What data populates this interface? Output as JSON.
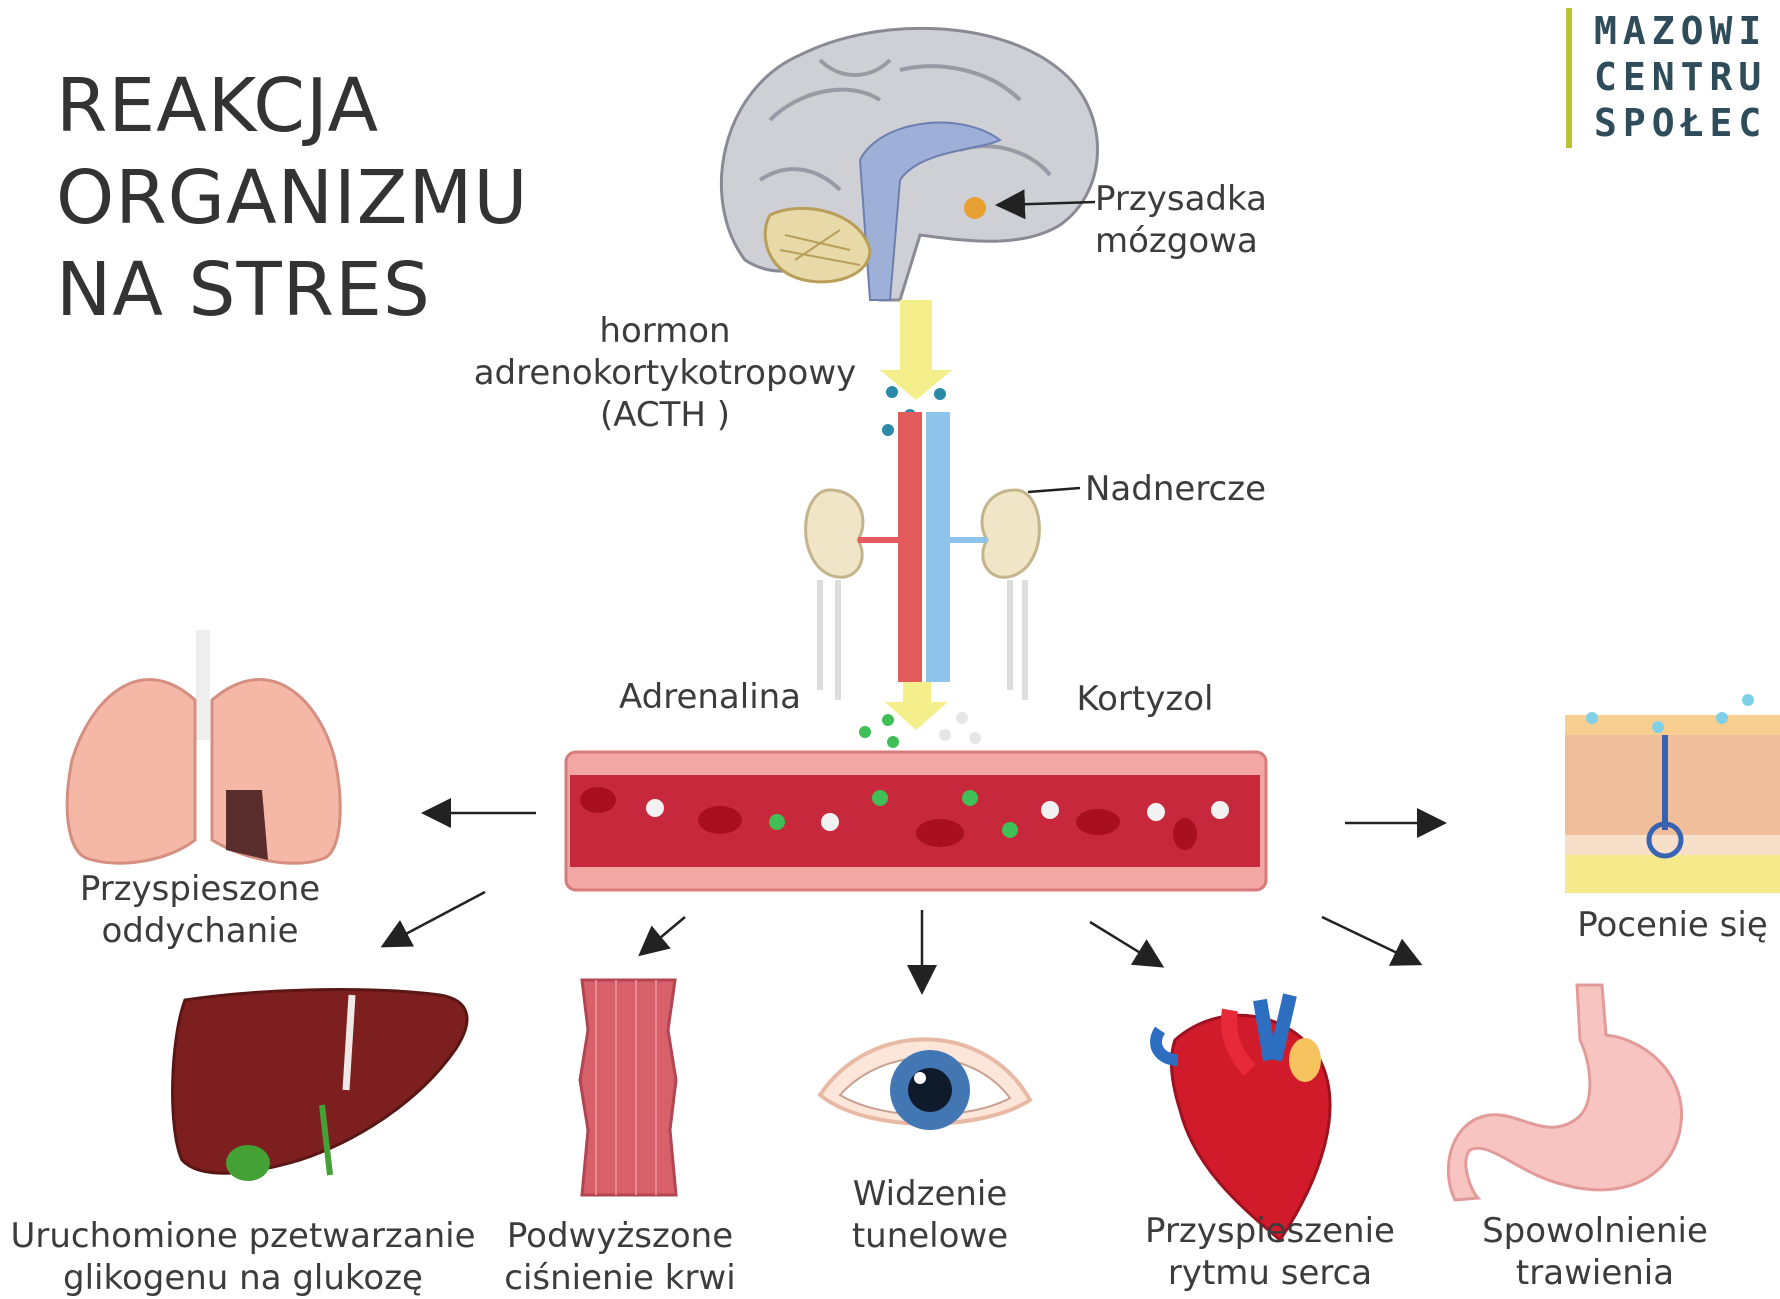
{
  "title": {
    "line1": "REAKCJA",
    "line2": "ORGANIZMU",
    "line3": "NA STRES"
  },
  "brand": {
    "line1": "MAZOWI",
    "line2": "CENTRU",
    "line3": "SPOŁEC"
  },
  "labels": {
    "pituitary": {
      "line1": "Przysadka",
      "line2": "mózgowa"
    },
    "acth": {
      "line1": "hormon",
      "line2": "adrenokortykotropowy",
      "line3": "(ACTH )"
    },
    "adrenal": "Nadnercze",
    "adrenaline": "Adrenalina",
    "cortisol": "Kortyzol",
    "breathing": {
      "line1": "Przyspieszone",
      "line2": "oddychanie"
    },
    "sweating": "Pocenie się",
    "glycogen": {
      "line1": "Uruchomione pzetwarzanie",
      "line2": "glikogenu na glukozę"
    },
    "pressure": {
      "line1": "Podwyższone",
      "line2": "ciśnienie krwi"
    },
    "vision": {
      "line1": "Widzenie",
      "line2": "tunelowe"
    },
    "heart": {
      "line1": "Przyspieszenie",
      "line2": "rytmu serca"
    },
    "digestion": {
      "line1": "Spowolnienie",
      "line2": "trawienia"
    }
  },
  "colors": {
    "artery": "#e45b5e",
    "vein": "#8ec4ec",
    "vessel": "#f3a7a4",
    "arrow_yellow": "#f4ef8a",
    "brand_accent": "#b8c531",
    "brand_text": "#2e4c5a"
  }
}
